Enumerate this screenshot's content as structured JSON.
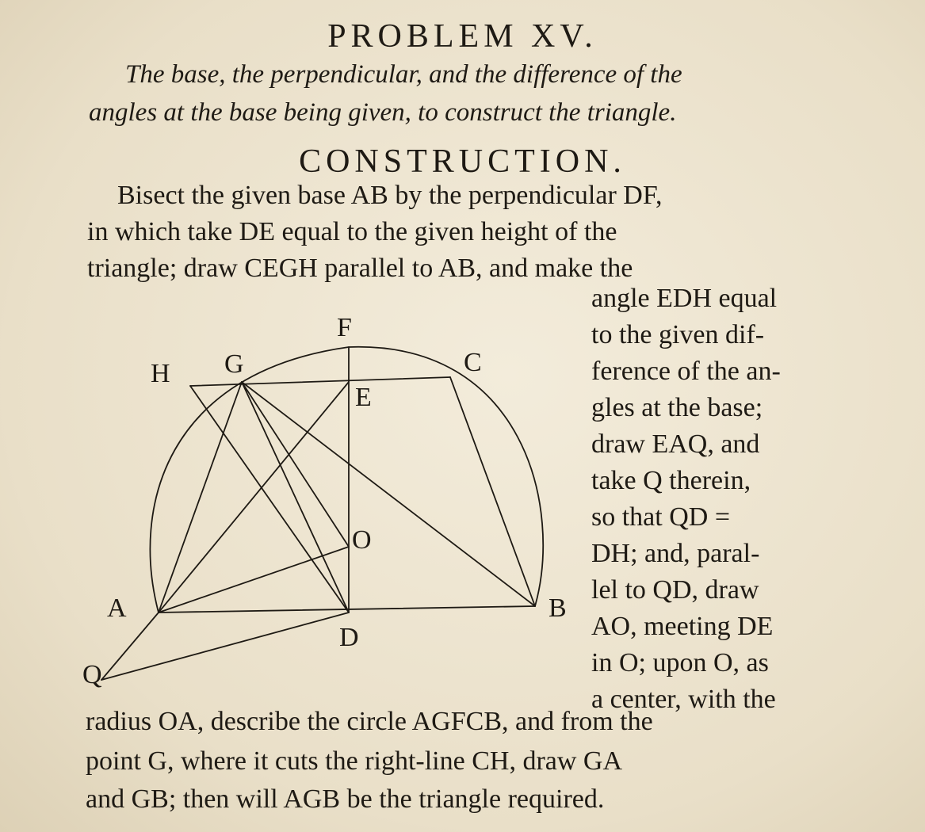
{
  "title": "PROBLEM XV.",
  "enunciation": {
    "line1": "The base, the perpendicular, and the difference of the",
    "line2": "angles at the base being given, to construct the triangle."
  },
  "heading": "CONSTRUCTION.",
  "body_top": [
    "Bisect the given base AB by the perpendicular DF,",
    "in which take DE equal to the given height of the",
    "triangle; draw CEGH parallel to AB, and make the"
  ],
  "body_right": [
    "angle EDH equal",
    "to the given dif-",
    "ference of the an-",
    "gles at the base;",
    "draw EAQ, and",
    "take Q therein,",
    "so that QD =",
    "DH; and, paral-",
    "lel to QD, draw",
    "AO, meeting DE",
    "in O; upon O, as",
    "a center, with the"
  ],
  "body_bottom": [
    "radius OA, describe the circle AGFCB, and from the",
    "point G, where it cuts the right-line CH, draw GA",
    "and GB; then will AGB be the triangle required."
  ],
  "figure_labels": {
    "F": "F",
    "H": "H",
    "G": "G",
    "C": "C",
    "E": "E",
    "O": "O",
    "A": "A",
    "B": "B",
    "D": "D",
    "Q": "Q"
  }
}
